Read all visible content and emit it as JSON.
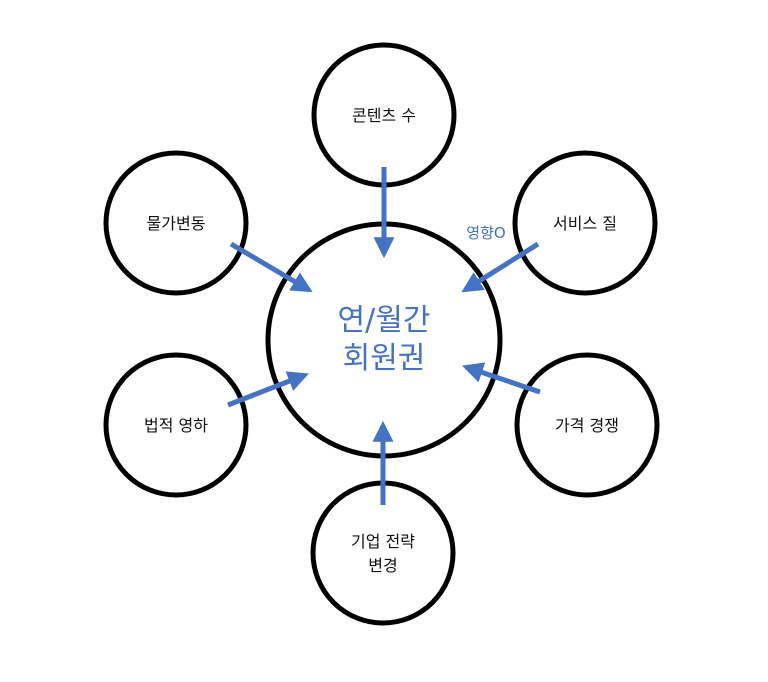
{
  "colors": {
    "arrow": "#4472C4",
    "circle_stroke": "#000000",
    "center_text": "#4472C4",
    "edge_label": "#4472C4"
  },
  "center": {
    "line1": "연/월간",
    "line2": "회원권"
  },
  "nodes": {
    "content_count": "콘텐츠 수",
    "price_change": "물가변동",
    "service_quality": "서비스 질",
    "legal_impact": "법적 영하",
    "price_competition": "가격 경쟁",
    "corporate_strategy_line1": "기업 전략",
    "corporate_strategy_line2": "변경"
  },
  "edge_label": "영향O"
}
